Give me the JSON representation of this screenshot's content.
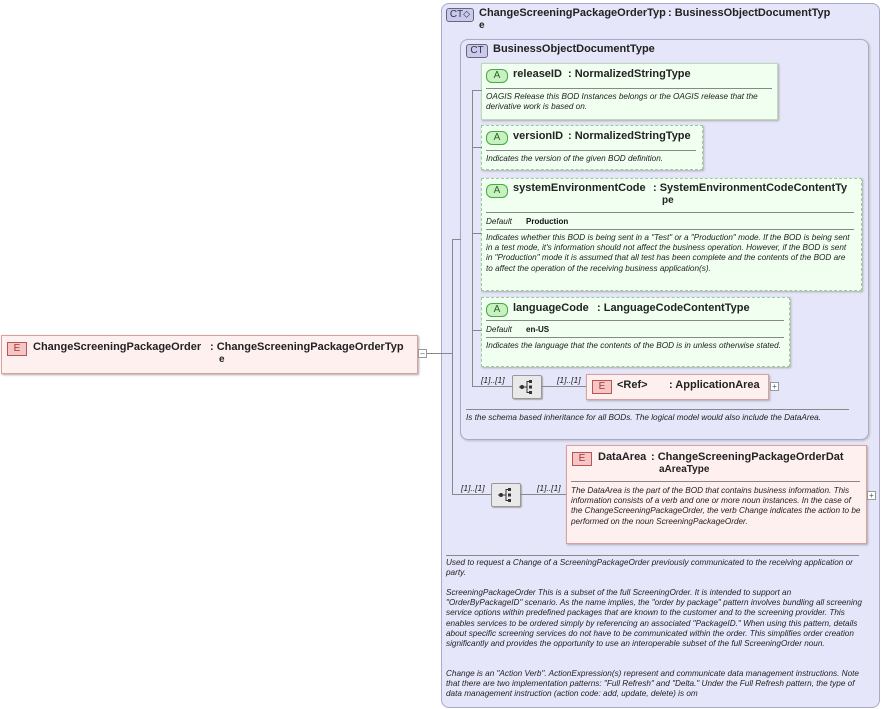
{
  "root_element": {
    "badge": "E",
    "name": "ChangeScreeningPackageOrder",
    "type": ": ChangeScreeningPackageOrderTyp",
    "type_cont": "e"
  },
  "complex_type": {
    "badge": "CT",
    "name": "ChangeScreeningPackageOrderTyp",
    "type": ": BusinessObjectDocumentTyp",
    "type_cont": "e",
    "doc": [
      "Used to request a Change of a ScreeningPackageOrder previously communicated to the receiving application or party.",
      "ScreeningPackageOrder  This is a subset of the full ScreeningOrder. It is intended to support an \"OrderByPackageID\" scenario. As the name implies, the \"order by package\" pattern involves bundling all screening service options within predefined packages that are known to the customer and to the screening provider. This enables services to be ordered simply by referencing an associated \"PackageID.\" When using this pattern, details about specific screening services do not have to be communicated within the order. This simplifies order creation significantly and provides the opportunity to use an interoperable subset of the full ScreeningOrder noun.",
      "Change is an \"Action Verb\". ActionExpression(s) represent and communicate data management instructions.  Note that there are two implementation patterns: \"Full Refresh\" and \"Delta.\" Under the Full Refresh pattern, the type of data management instruction (action code: add, update, delete) is om"
    ]
  },
  "base_type": {
    "badge": "CT",
    "name": "BusinessObjectDocumentType",
    "doc": "Is the schema based inheritance for all BODs. The logical model would also include the DataArea."
  },
  "attributes": [
    {
      "badge": "A",
      "name": "releaseID",
      "type": ": NormalizedStringType",
      "doc": "OAGIS Release this BOD Instances belongs or the OAGIS release that the derivative work is based on."
    },
    {
      "badge": "A",
      "name": "versionID",
      "type": ": NormalizedStringType",
      "doc": "Indicates the version of the given BOD definition."
    },
    {
      "badge": "A",
      "name": "systemEnvironmentCode",
      "type": ": SystemEnvironmentCodeContentTy",
      "type_cont": "pe",
      "default_label": "Default",
      "default_value": "Production",
      "doc": "Indicates whether this BOD is being sent in a \"Test\" or a \"Production\" mode. If the BOD is being sent in a test mode, it's information should not affect the business operation. However, if the BOD is sent in \"Production\" mode it is assumed that all test has been complete and the contents of the BOD are to affect the operation of the receiving business application(s)."
    },
    {
      "badge": "A",
      "name": "languageCode",
      "type": ": LanguageCodeContentType",
      "default_label": "Default",
      "default_value": "en-US",
      "doc": "Indicates the language that the contents of the BOD is in unless otherwise stated."
    }
  ],
  "application_area": {
    "badge": "E",
    "name": "<Ref>",
    "type": ": ApplicationArea",
    "seq_mult": "[1]..[1]",
    "elem_mult": "[1]..[1]"
  },
  "data_area": {
    "badge": "E",
    "name": "DataArea",
    "type": ": ChangeScreeningPackageOrderDat",
    "type_cont": "aAreaType",
    "seq_mult": "[1]..[1]",
    "elem_mult": "[1]..[1]",
    "doc": "The DataArea is the part of the BOD that contains business information. This information consists of a verb and one or more noun instances. In the case of the ChangeScreeningPackageOrder, the verb Change indicates the action to be performed on the noun ScreeningPackageOrder."
  },
  "colors": {
    "ct_bg": "#e6e6fa",
    "ct_border": "#a9a9c9",
    "attr_bg": "#f0fff0",
    "elem_bg": "#fff0f0",
    "elem_border": "#d9a0a0"
  }
}
